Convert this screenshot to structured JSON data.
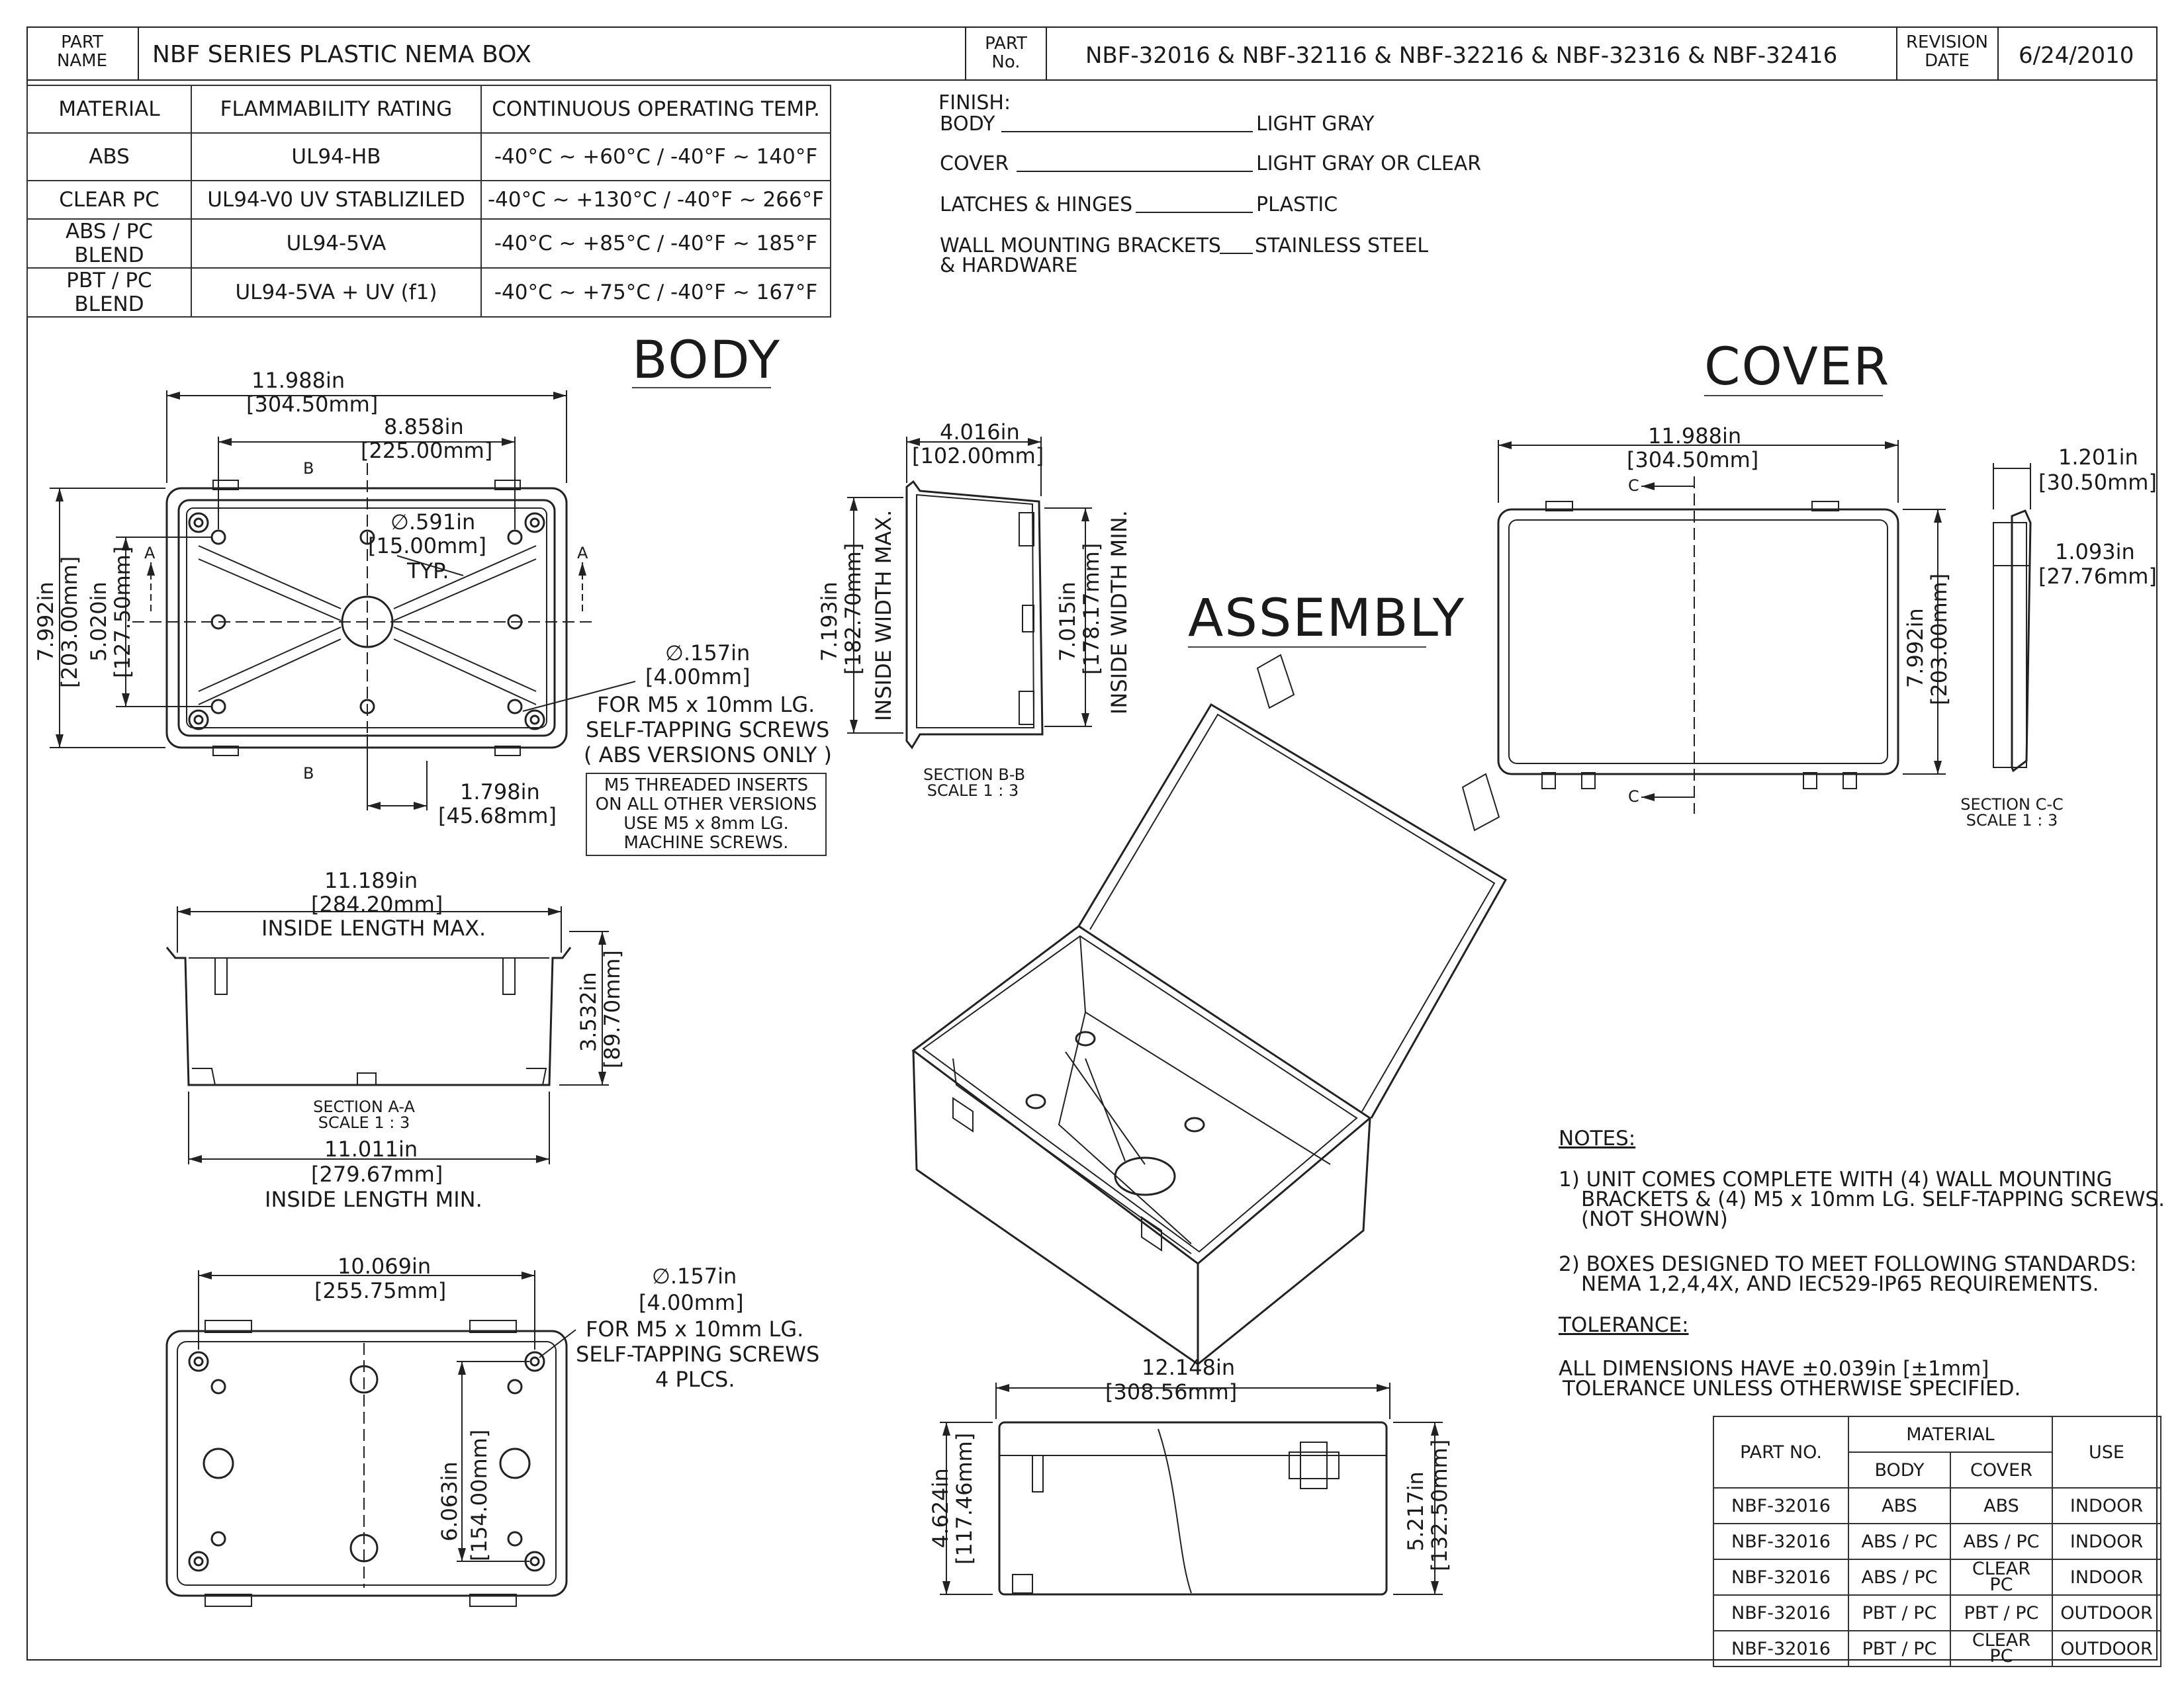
{
  "title_block": {
    "part_name_label": "PART\nNAME",
    "part_name": "NBF SERIES PLASTIC NEMA BOX",
    "part_no_label": "PART\nNo.",
    "part_no": "NBF-32016 & NBF-32116 & NBF-32216 & NBF-32316 & NBF-32416",
    "revision_label": "REVISION\nDATE",
    "revision_date": "6/24/2010"
  },
  "material_table": {
    "headers": [
      "MATERIAL",
      "FLAMMABILITY RATING",
      "CONTINUOUS OPERATING TEMP."
    ],
    "rows": [
      [
        "ABS",
        "UL94-HB",
        "-40°C ~ +60°C / -40°F ~ 140°F"
      ],
      [
        "CLEAR PC",
        "UL94-V0  UV STABLIZILED",
        "-40°C ~ +130°C / -40°F ~ 266°F"
      ],
      [
        "ABS / PC BLEND",
        "UL94-5VA",
        "-40°C ~ +85°C / -40°F ~ 185°F"
      ],
      [
        "PBT / PC BLEND",
        "UL94-5VA + UV (f1)",
        "-40°C ~ +75°C / -40°F ~ 167°F"
      ]
    ]
  },
  "finish": {
    "heading": "FINISH:",
    "rows": [
      {
        "item": "BODY",
        "value": "LIGHT GRAY"
      },
      {
        "item": "COVER",
        "value": "LIGHT GRAY OR CLEAR"
      },
      {
        "item": "LATCHES & HINGES",
        "value": "PLASTIC"
      },
      {
        "item": "WALL MOUNTING BRACKETS",
        "value": "STAINLESS STEEL"
      }
    ],
    "extra_line": "& HARDWARE"
  },
  "views": {
    "body_title": "BODY",
    "cover_title": "COVER",
    "assembly_title": "ASSEMBLY"
  },
  "body_dims": {
    "overall_len": "11.988in",
    "overall_len_mm": "[304.50mm]",
    "hole_span": "8.858in",
    "hole_span_mm": "[225.00mm]",
    "hole_dia": "∅.591in",
    "hole_dia_mm": "[15.00mm]",
    "hole_typ": "TYP.",
    "height": "7.992in",
    "height_mm": "[203.00mm]",
    "inner_h": "5.020in",
    "inner_h_mm": "[127.50mm]",
    "offset": "1.798in",
    "offset_mm": "[45.68mm]",
    "section_a": "A",
    "section_b": "B",
    "screw_dia": "∅.157in",
    "screw_dia_mm": "[4.00mm]",
    "screw_note_1": "FOR M5 x 10mm LG.",
    "screw_note_2": "SELF-TAPPING SCREWS",
    "screw_note_3": "( ABS VERSIONS ONLY )",
    "insert_note_1": "M5 THREADED INSERTS",
    "insert_note_2": "ON ALL OTHER VERSIONS",
    "insert_note_3": "USE M5 x 8mm LG.",
    "insert_note_4": "MACHINE SCREWS."
  },
  "section_bb": {
    "width": "4.016in",
    "width_mm": "[102.00mm]",
    "depth_max": "7.193in",
    "depth_max_mm": "[182.70mm]",
    "depth_max_lbl": "INSIDE WIDTH MAX.",
    "depth_min": "7.015in",
    "depth_min_mm": "[178.17mm]",
    "depth_min_lbl": "INSIDE WIDTH MIN.",
    "label": "SECTION B-B",
    "scale": "SCALE 1 : 3"
  },
  "section_aa": {
    "max_len": "11.189in",
    "max_len_mm": "[284.20mm]",
    "max_lbl": "INSIDE LENGTH MAX.",
    "depth": "3.532in",
    "depth_mm": "[89.70mm]",
    "label": "SECTION A-A",
    "scale": "SCALE 1 : 3",
    "min_len": "11.011in",
    "min_len_mm": "[279.67mm]",
    "min_lbl": "INSIDE LENGTH MIN."
  },
  "bottom_view": {
    "span": "10.069in",
    "span_mm": "[255.75mm]",
    "vspan": "6.063in",
    "vspan_mm": "[154.00mm]",
    "dia": "∅.157in",
    "dia_mm": "[4.00mm]",
    "n1": "FOR M5 x 10mm LG.",
    "n2": "SELF-TAPPING SCREWS",
    "n3": "4 PLCS."
  },
  "side_view": {
    "len": "12.148in",
    "len_mm": "[308.56mm]",
    "h1": "4.624in",
    "h1_mm": "[117.46mm]",
    "h2": "5.217in",
    "h2_mm": "[132.50mm]"
  },
  "cover_dims": {
    "len": "11.988in",
    "len_mm": "[304.50mm]",
    "height": "7.992in",
    "height_mm": "[203.00mm]",
    "section_c": "C",
    "depth": "1.201in",
    "depth_mm": "[30.50mm]",
    "inner": "1.093in",
    "inner_mm": "[27.76mm]",
    "label": "SECTION C-C",
    "scale": "SCALE 1 : 3"
  },
  "notes": {
    "heading": "NOTES:",
    "n1_l1": "1) UNIT COMES COMPLETE WITH (4) WALL MOUNTING",
    "n1_l2": "BRACKETS & (4) M5 x 10mm LG. SELF-TAPPING SCREWS.",
    "n1_l3": "(NOT SHOWN)",
    "n2_l1": "2) BOXES DESIGNED TO MEET FOLLOWING STANDARDS:",
    "n2_l2": "NEMA 1,2,4,4X, AND IEC529-IP65 REQUIREMENTS.",
    "tol_heading": "TOLERANCE:",
    "tol_l1": "ALL DIMENSIONS HAVE ±0.039in [±1mm]",
    "tol_l2": "TOLERANCE UNLESS OTHERWISE SPECIFIED."
  },
  "part_table": {
    "h_part": "PART NO.",
    "h_material": "MATERIAL",
    "h_use": "USE",
    "h_body": "BODY",
    "h_cover": "COVER",
    "rows": [
      [
        "NBF-32016",
        "ABS",
        "ABS",
        "INDOOR"
      ],
      [
        "NBF-32016",
        "ABS / PC",
        "ABS / PC",
        "INDOOR"
      ],
      [
        "NBF-32016",
        "ABS / PC",
        "CLEAR\nPC",
        "INDOOR"
      ],
      [
        "NBF-32016",
        "PBT / PC",
        "PBT / PC",
        "OUTDOOR"
      ],
      [
        "NBF-32016",
        "PBT / PC",
        "CLEAR\nPC",
        "OUTDOOR"
      ]
    ]
  }
}
